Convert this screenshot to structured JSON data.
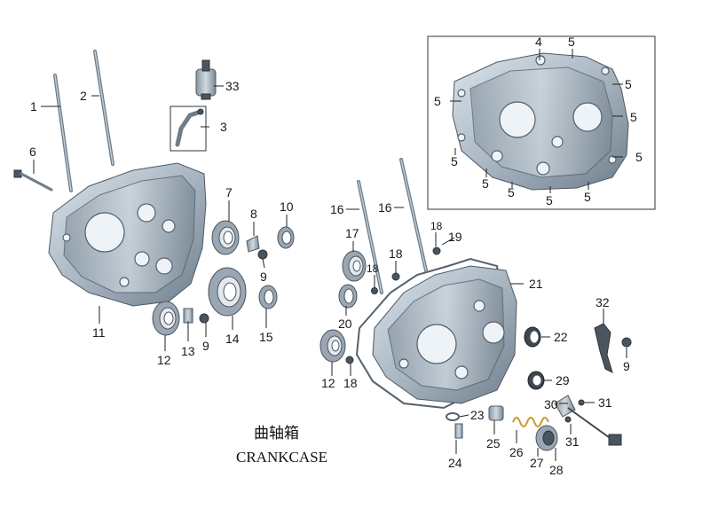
{
  "caption": {
    "chinese": "曲轴箱",
    "english": "CRANKCASE"
  },
  "labels": {
    "p1": "1",
    "p2": "2",
    "p3": "3",
    "p4": "4",
    "p6": "6",
    "p7": "7",
    "p8": "8",
    "p9": "9",
    "p10": "10",
    "p11": "11",
    "p12": "12",
    "p13": "13",
    "p14": "14",
    "p15": "15",
    "p16": "16",
    "p17": "17",
    "p18": "18",
    "p19": "19",
    "p20": "20",
    "p21": "21",
    "p22": "22",
    "p23": "23",
    "p24": "24",
    "p25": "25",
    "p26": "26",
    "p27": "27",
    "p28": "28",
    "p29": "29",
    "p30": "30",
    "p31": "31",
    "p32": "32",
    "p33": "33",
    "p5": "5"
  },
  "colors": {
    "metal_light": "#c6d2dc",
    "metal_dark": "#7d8c99",
    "spring": "#c79a2a"
  }
}
